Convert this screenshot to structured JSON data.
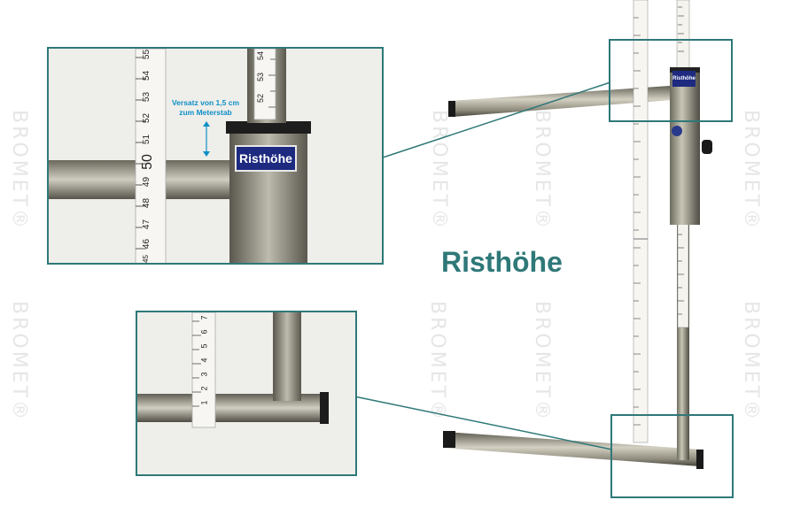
{
  "watermark": {
    "text": "BROMET®"
  },
  "title": "Risthöhe",
  "plate_label": "Risthöhe",
  "annotation": {
    "line1": "Versatz von 1,5 cm",
    "line2": "zum Meterstab"
  },
  "colors": {
    "teal_frame": "#2f7878",
    "title_teal": "#2f7878",
    "plate_blue": "#1d2a80",
    "annotation_blue": "#0f8fc8"
  },
  "top_ruler_ticks": [
    "55",
    "54",
    "53",
    "52",
    "51",
    "50",
    "49",
    "48",
    "47",
    "46",
    "45"
  ],
  "top_right_ruler_ticks": [
    "54",
    "53",
    "52"
  ],
  "bottom_ruler_ticks": [
    "7",
    "6",
    "5",
    "4",
    "3",
    "2",
    "1"
  ]
}
